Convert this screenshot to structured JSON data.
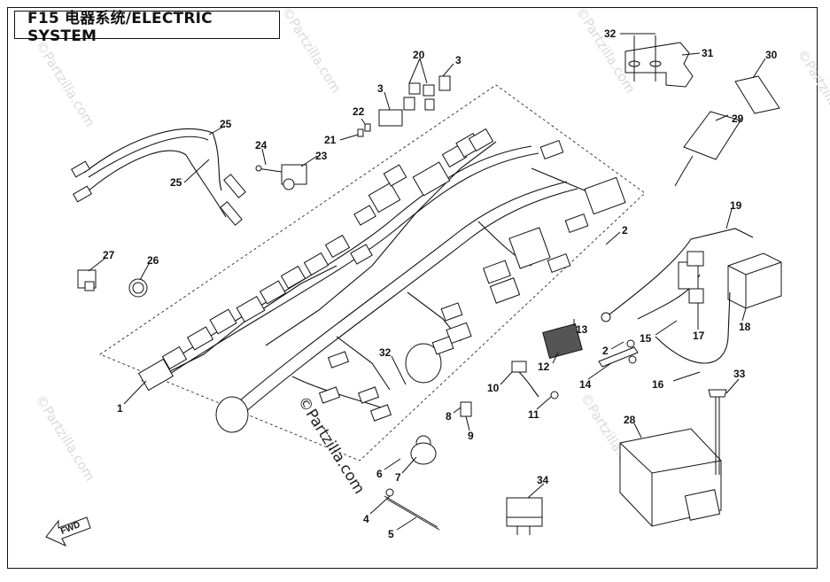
{
  "diagram": {
    "title": "F15 电器系统/ELECTRIC SYSTEM",
    "watermark": "©Partzilla.com",
    "direction_label": "FWD",
    "part_labels": [
      "1",
      "2",
      "2",
      "3",
      "3",
      "4",
      "5",
      "6",
      "7",
      "8",
      "9",
      "10",
      "11",
      "12",
      "13",
      "14",
      "15",
      "16",
      "17",
      "18",
      "19",
      "20",
      "21",
      "22",
      "23",
      "24",
      "25",
      "25",
      "26",
      "27",
      "28",
      "29",
      "30",
      "31",
      "32",
      "32",
      "33",
      "34"
    ]
  }
}
